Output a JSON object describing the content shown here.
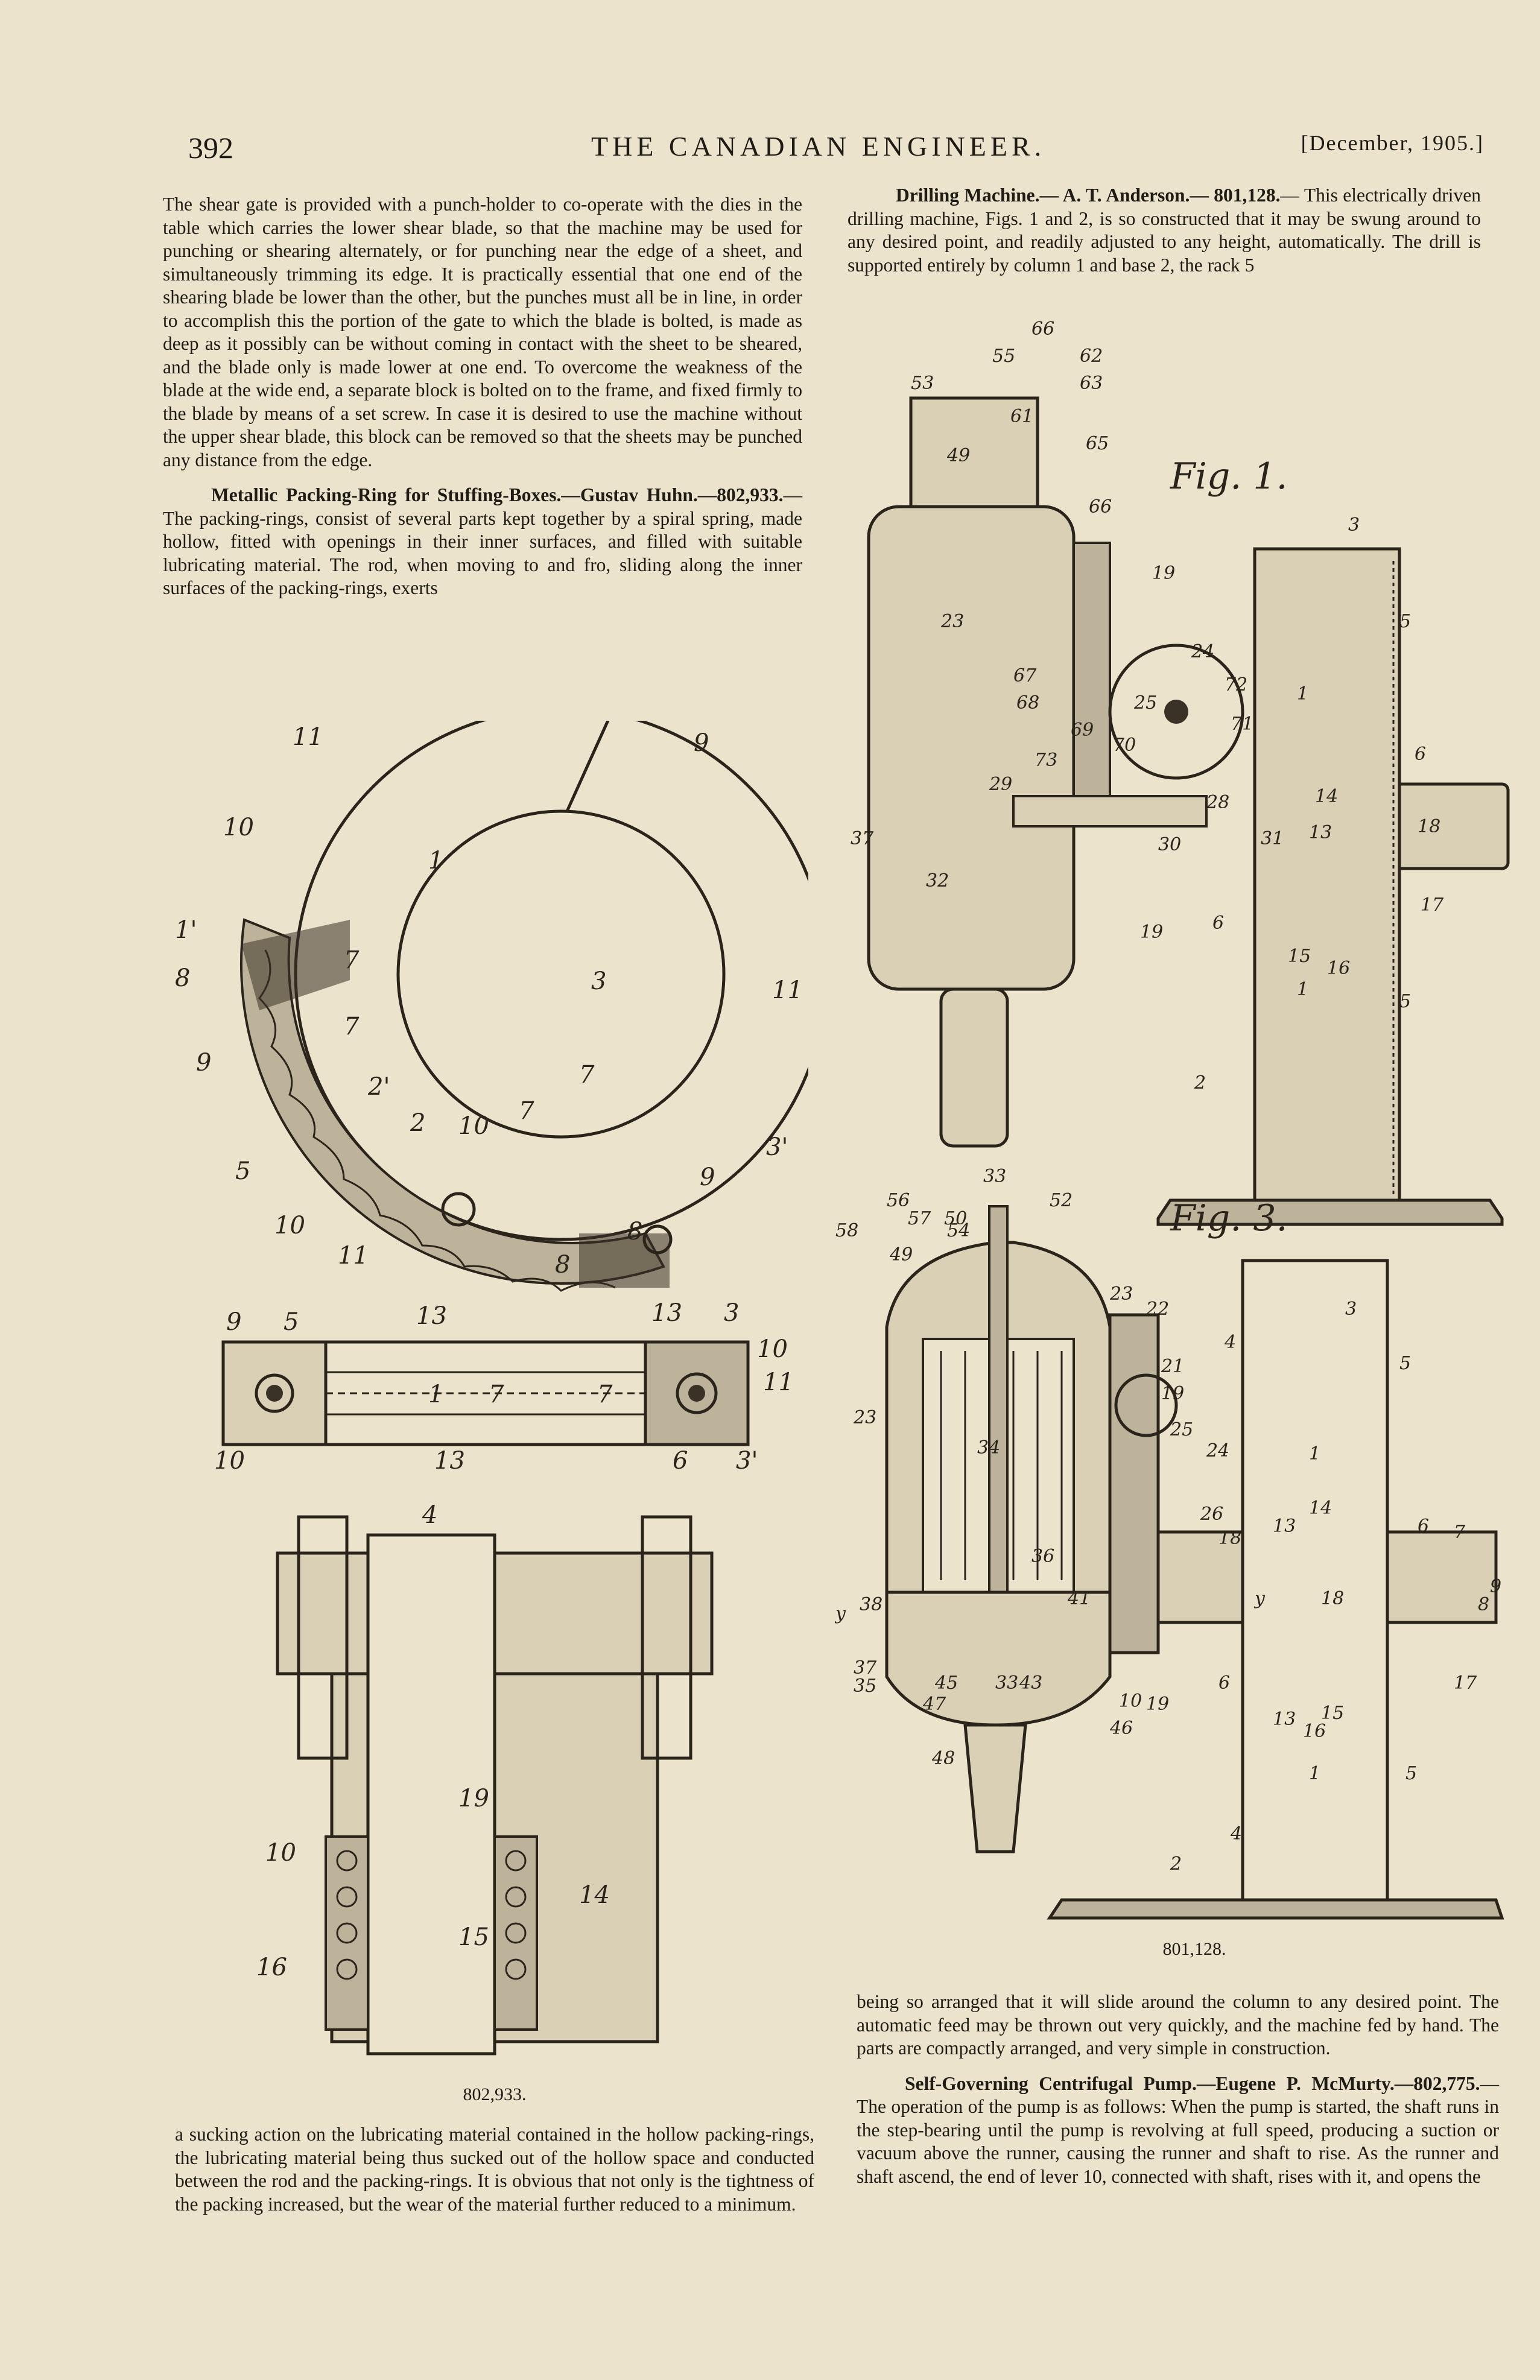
{
  "header": {
    "page_number": "392",
    "journal_title": "THE CANADIAN ENGINEER.",
    "issue_date": "[December, 1905.]"
  },
  "left_column": {
    "para1": "The shear gate is provided with a punch-holder to co-operate with the dies in the table which carries the lower shear blade, so that the machine may be used for punching or shearing alternately, or for punching near the edge of a sheet, and simultaneously trimming its edge. It is practically essential that one end of the shearing blade be lower than the other, but the punches must all be in line, in order to accomplish this the portion of the gate to which the blade is bolted, is made as deep as it possibly can be without coming in contact with the sheet to be sheared, and the blade only is made lower at one end. To overcome the weakness of the blade at the wide end, a separate block is bolted on to the frame, and fixed firmly to the blade by means of a set screw. In case it is desired to use the machine without the upper shear blade, this block can be removed so that the sheets may be punched any distance from the edge.",
    "packing_heading": "Metallic Packing-Ring for Stuffing-Boxes.—Gustav Huhn.—802,933.",
    "packing_text": "—The packing-rings, consist of several parts kept together by a spiral spring, made hollow, fitted with openings in their inner surfaces, and filled with suitable lubricating material. The rod, when moving to and fro, sliding along the inner surfaces of the packing-rings, exerts",
    "figure_caption": "802,933.",
    "para_after": "a sucking action on the lubricating material contained in the hollow packing-rings, the lubricating material being thus sucked out of the hollow space and conducted between the rod and the packing-rings. It is obvious that not only is the tightness of the packing increased, but the wear of the material further reduced to a minimum."
  },
  "right_column": {
    "drill_heading": "Drilling Machine.— A. T. Anderson.— 801,128.",
    "drill_text": "— This electrically driven drilling machine, Figs. 1 and 2, is so constructed that it may be swung around to any desired point, and readily adjusted to any height, automatically. The drill is supported entirely by column 1 and base 2, the rack 5",
    "fig1_label": "Fig. 1.",
    "fig3_label": "Fig. 3.",
    "figure_caption": "801,128.",
    "para_after": "being so arranged that it will slide around the column to any desired point. The automatic feed may be thrown out very quickly, and the machine fed by hand. The parts are compactly arranged, and very simple in construction.",
    "pump_heading": "Self-Governing Centrifugal Pump.—Eugene P. McMurty.—802,775.",
    "pump_text": "—The operation of the pump is as follows: When the pump is started, the shaft runs in the step-bearing until the pump is revolving at full speed, producing a suction or vacuum above the runner, causing the runner and shaft to rise. As the runner and shaft ascend, the end of lever 10, connected with shaft, rises with it, and opens the"
  },
  "packing_figure_labels": {
    "ring": [
      "11",
      "9",
      "10",
      "1",
      "1'",
      "8",
      "7",
      "3",
      "11",
      "9",
      "7",
      "2'",
      "2",
      "10",
      "7",
      "7",
      "5",
      "3'",
      "9",
      "10",
      "11",
      "8",
      "8"
    ],
    "bar": [
      "9",
      "5",
      "13",
      "13",
      "3",
      "10",
      "11",
      "1",
      "7",
      "7",
      "10",
      "13",
      "6",
      "3'"
    ],
    "box": [
      "4",
      "19",
      "10",
      "14",
      "15",
      "16"
    ]
  },
  "drill_figure_labels": {
    "fig1": [
      "66",
      "55",
      "62",
      "53",
      "63",
      "61",
      "65",
      "49",
      "66",
      "3",
      "23",
      "19",
      "5",
      "24",
      "72",
      "67",
      "68",
      "25",
      "1",
      "69",
      "70",
      "71",
      "73",
      "6",
      "29",
      "28",
      "14",
      "13",
      "18",
      "31",
      "37",
      "30",
      "17",
      "32",
      "19",
      "6",
      "15",
      "16",
      "1",
      "5",
      "2"
    ],
    "fig3": [
      "33",
      "56",
      "52",
      "57",
      "50",
      "54",
      "58",
      "49",
      "23",
      "22",
      "3",
      "4",
      "5",
      "21",
      "19",
      "23",
      "25",
      "34",
      "24",
      "1",
      "26",
      "18",
      "13",
      "14",
      "6",
      "7",
      "36",
      "38",
      "41",
      "y",
      "y",
      "18",
      "8",
      "9",
      "37",
      "35",
      "45",
      "33",
      "43",
      "47",
      "10",
      "19",
      "6",
      "17",
      "13",
      "15",
      "16",
      "46",
      "48",
      "1",
      "5",
      "4",
      "2"
    ]
  }
}
